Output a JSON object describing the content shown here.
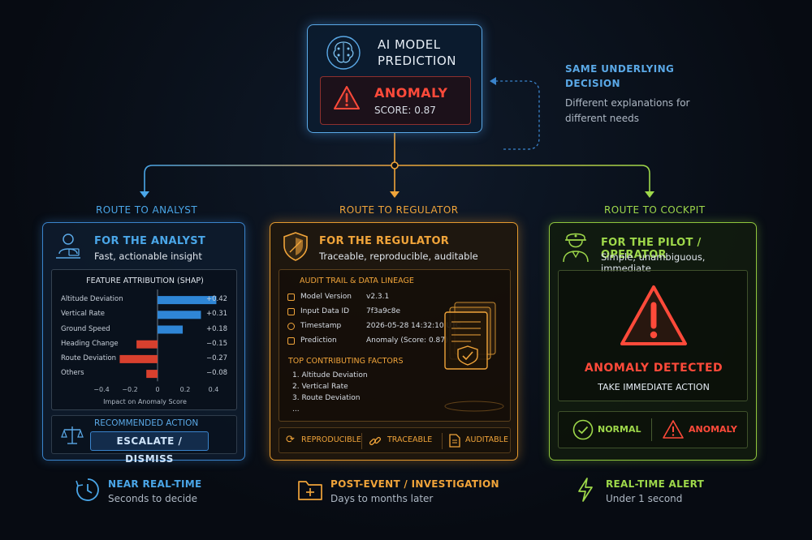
{
  "model": {
    "title_line1": "AI MODEL",
    "title_line2": "PREDICTION",
    "result_label": "ANOMALY",
    "score_text": "SCORE: 0.87"
  },
  "side_note": {
    "title_line1": "SAME UNDERLYING",
    "title_line2": "DECISION",
    "desc_line1": "Different explanations for",
    "desc_line2": "different needs"
  },
  "routes": {
    "analyst": "ROUTE TO ANALYST",
    "regulator": "ROUTE TO REGULATOR",
    "cockpit": "ROUTE TO COCKPIT"
  },
  "colors": {
    "analyst": "#3a84cc",
    "regulator": "#e59a2e",
    "pilot": "#8fc63c",
    "anomaly": "#ff4a3a",
    "positive_bar": "#2f86d6",
    "negative_bar": "#d8402e"
  },
  "analyst": {
    "title": "FOR THE ANALYST",
    "subtitle": "Fast, actionable insight",
    "icon": "analyst-person-icon",
    "chart_title": "FEATURE ATTRIBUTION (SHAP)",
    "axis_label": "Impact on Anomaly Score",
    "ticks": [
      "−0.4",
      "−0.2",
      "0",
      "0.2",
      "0.4"
    ],
    "recommended_title": "RECOMMENDED ACTION",
    "recommended_button": "ESCALATE / DISMISS"
  },
  "chart_data": {
    "type": "bar",
    "orientation": "horizontal",
    "title": "FEATURE ATTRIBUTION (SHAP)",
    "xlabel": "Impact on Anomaly Score",
    "xlim": [
      -0.4,
      0.4
    ],
    "categories": [
      "Altitude Deviation",
      "Vertical Rate",
      "Ground Speed",
      "Heading Change",
      "Route Deviation",
      "Others"
    ],
    "values": [
      0.42,
      0.31,
      0.18,
      -0.15,
      -0.27,
      -0.08
    ],
    "value_labels": [
      "+0.42",
      "+0.31",
      "+0.18",
      "−0.15",
      "−0.27",
      "−0.08"
    ]
  },
  "regulator": {
    "title": "FOR THE REGULATOR",
    "subtitle": "Traceable, reproducible, auditable",
    "audit_title": "AUDIT TRAIL & DATA LINEAGE",
    "audit_rows": [
      {
        "key": "Model Version",
        "value": "v2.3.1"
      },
      {
        "key": "Input Data ID",
        "value": "7f3a9c8e"
      },
      {
        "key": "Timestamp",
        "value": "2026-05-28 14:32:10 UTC"
      },
      {
        "key": "Prediction",
        "value": "Anomaly (Score: 0.87)"
      }
    ],
    "top_factors_title": "TOP CONTRIBUTING FACTORS",
    "top_factors": [
      "1.  Altitude Deviation",
      "2.  Vertical Rate",
      "3.  Route Deviation",
      "..."
    ],
    "badges": [
      {
        "label": "REPRODUCIBLE",
        "icon": "refresh-icon"
      },
      {
        "label": "TRACEABLE",
        "icon": "link-icon"
      },
      {
        "label": "AUDITABLE",
        "icon": "document-icon"
      }
    ]
  },
  "pilot": {
    "title": "FOR THE PILOT / OPERATOR",
    "subtitle": "Simple, unambiguous, immediate",
    "alert_title": "ANOMALY DETECTED",
    "alert_sub": "TAKE IMMEDIATE ACTION",
    "status_normal": "NORMAL",
    "status_anomaly": "ANOMALY"
  },
  "footers": [
    {
      "title": "NEAR REAL-TIME",
      "desc": "Seconds to decide",
      "icon": "clock-icon"
    },
    {
      "title": "POST-EVENT / INVESTIGATION",
      "desc": "Days to months later",
      "icon": "folder-plus-icon"
    },
    {
      "title": "REAL-TIME ALERT",
      "desc": "Under 1 second",
      "icon": "lightning-icon"
    }
  ]
}
